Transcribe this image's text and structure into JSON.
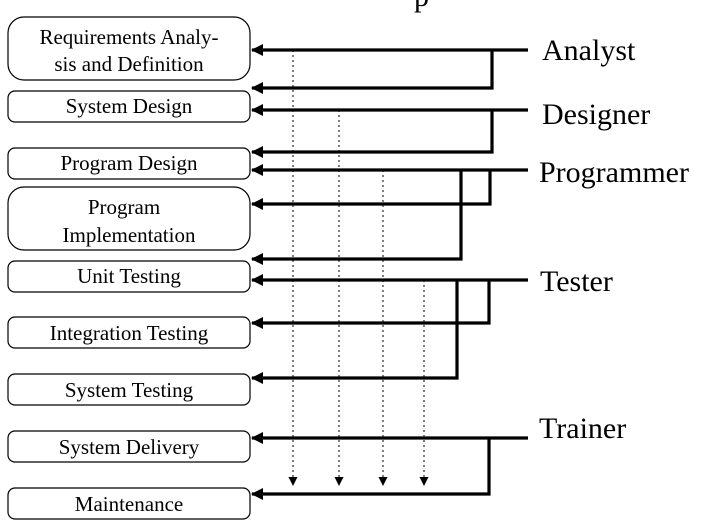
{
  "diagram": {
    "title_fragment": "p",
    "stages": [
      {
        "id": "requirements",
        "lines": [
          "Requirements Analy-",
          "sis and Definition"
        ]
      },
      {
        "id": "system-design",
        "lines": [
          "System Design"
        ]
      },
      {
        "id": "program-design",
        "lines": [
          "Program Design"
        ]
      },
      {
        "id": "program-implementation",
        "lines": [
          "Program",
          "Implementation"
        ]
      },
      {
        "id": "unit-testing",
        "lines": [
          "Unit Testing"
        ]
      },
      {
        "id": "integration-testing",
        "lines": [
          "Integration Testing"
        ]
      },
      {
        "id": "system-testing",
        "lines": [
          "System Testing"
        ]
      },
      {
        "id": "system-delivery",
        "lines": [
          "System Delivery"
        ]
      },
      {
        "id": "maintenance",
        "lines": [
          "Maintenance"
        ]
      }
    ],
    "roles": [
      {
        "id": "analyst",
        "label": "Analyst",
        "stages": [
          "requirements",
          "system-design"
        ]
      },
      {
        "id": "designer",
        "label": "Designer",
        "stages": [
          "system-design",
          "program-design"
        ]
      },
      {
        "id": "programmer",
        "label": "Programmer",
        "stages": [
          "program-design",
          "program-implementation",
          "unit-testing"
        ]
      },
      {
        "id": "tester",
        "label": "Tester",
        "stages": [
          "unit-testing",
          "integration-testing",
          "system-testing"
        ]
      },
      {
        "id": "trainer",
        "label": "Trainer",
        "stages": [
          "system-delivery",
          "maintenance"
        ]
      }
    ],
    "maintenance_links": [
      "analyst",
      "designer",
      "programmer",
      "tester"
    ]
  }
}
